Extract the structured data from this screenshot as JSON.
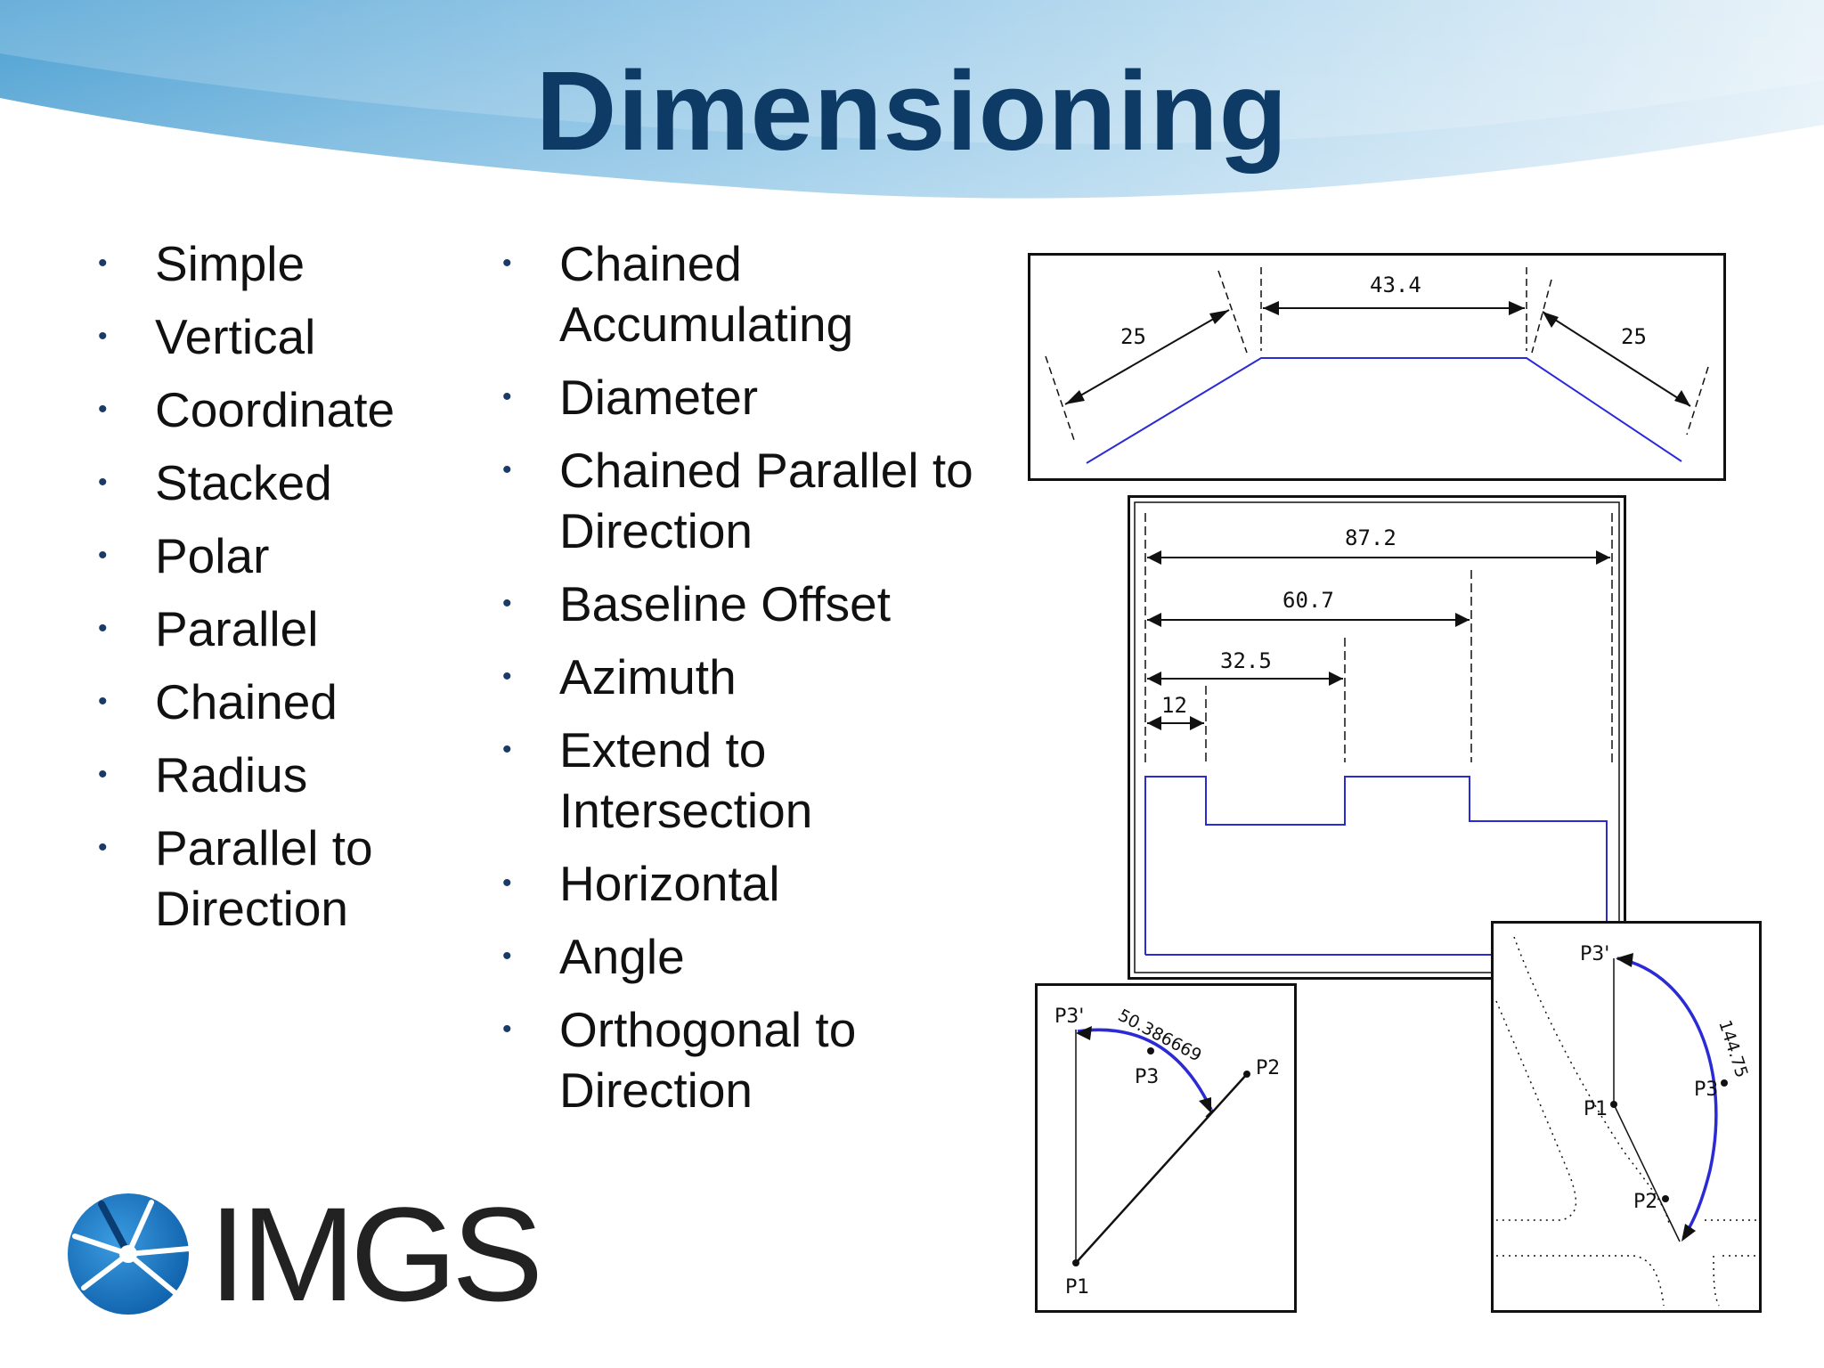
{
  "title": "Dimensioning",
  "list_left": [
    "Simple",
    "Vertical",
    "Coordinate",
    "Stacked",
    "Polar",
    "Parallel",
    "Chained",
    "Radius",
    "Parallel to Direction"
  ],
  "list_right": [
    "Chained Accumulating",
    "Diameter",
    "Chained Parallel to Direction",
    "Baseline Offset",
    "Azimuth",
    "Extend to Intersection",
    "Horizontal",
    "Angle",
    "Orthogonal to Direction"
  ],
  "panel_chained": {
    "left": "25",
    "middle": "43.4",
    "right": "25"
  },
  "panel_baseline": {
    "d1": "87.2",
    "d2": "60.7",
    "d3": "32.5",
    "d4": "12"
  },
  "panel_angle": {
    "p3prime": "P3'",
    "value": "50.386669",
    "p3": "P3",
    "p2": "P2",
    "p1": "P1"
  },
  "panel_arc": {
    "p3prime": "P3'",
    "value": "144.75",
    "p3": "P3",
    "p1": "P1",
    "p2": "P2"
  },
  "logo": {
    "text": "IMGS"
  },
  "colors": {
    "title": "#0e3a66",
    "geometry": "#2b2bd6",
    "banner": "#5aa8d8",
    "logo_blue": "#1a78c2",
    "logo_text": "#222222"
  }
}
